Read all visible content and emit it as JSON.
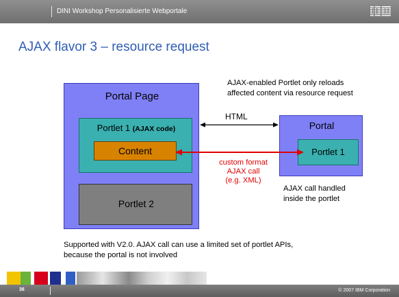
{
  "header": {
    "text": "DINI Workshop Personalisierte Webportale",
    "logo": "IBM"
  },
  "title": "AJAX flavor 3 – resource request",
  "diagram": {
    "portal_page": {
      "label": "Portal Page"
    },
    "portlet1": {
      "label": "Portlet 1",
      "sublabel": "(AJAX code)"
    },
    "content": {
      "label": "Content"
    },
    "portlet2": {
      "label": "Portlet 2"
    },
    "portal": {
      "label": "Portal",
      "portlet_label": "Portlet 1"
    },
    "html_label": "HTML",
    "ajax_call_label": [
      "custom format",
      "AJAX call",
      "(e.g. XML)"
    ],
    "colors": {
      "portal": "#7f80f6",
      "portlet": "#3ab0b0",
      "content": "#d88300",
      "portlet2": "#7f7f7f",
      "ajax_arrow": "#e00000"
    }
  },
  "notes": {
    "top": [
      "AJAX-enabled Portlet only reloads",
      "affected content via resource request"
    ],
    "right": [
      "AJAX call handled",
      "inside the portlet"
    ],
    "bottom": [
      "Supported with V2.0. AJAX call can use a limited set of portlet APIs,",
      "because the portal is not involved"
    ]
  },
  "footer": {
    "page_number": "36",
    "copyright": "© 2007 IBM Corporation"
  }
}
